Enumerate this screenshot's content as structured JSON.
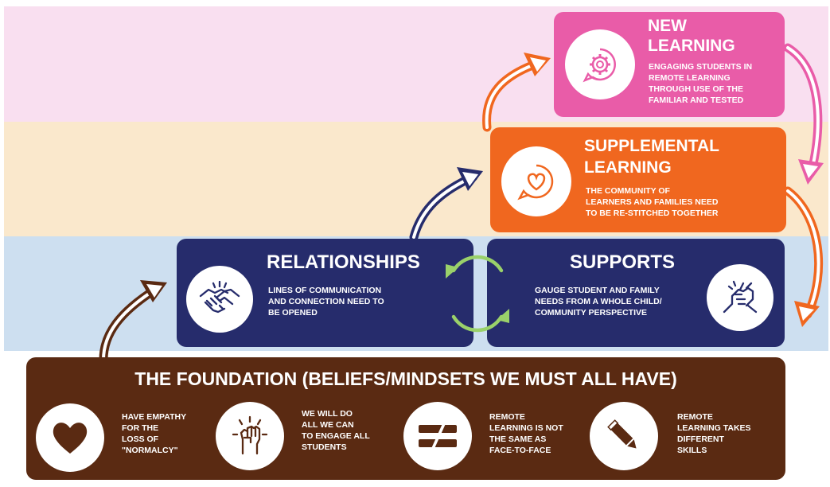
{
  "colors": {
    "band_pink": "#f9dff0",
    "band_peach": "#fae8cc",
    "band_blue": "#cddff0",
    "pink": "#e95ca8",
    "orange": "#f0671f",
    "navy": "#262c6c",
    "brown": "#5a2a12",
    "green": "#9ad16a"
  },
  "new_learning": {
    "title_line1": "NEW",
    "title_line2": "LEARNING",
    "body": "ENGAGING STUDENTS IN\nREMOTE LEARNING\nTHROUGH USE OF THE\nFAMILIAR AND TESTED",
    "icon": "gear-speech-bubble-icon"
  },
  "supplemental_learning": {
    "title_line1": "SUPPLEMENTAL",
    "title_line2": "LEARNING",
    "body": "THE COMMUNITY OF\nLEARNERS AND FAMILIES NEED\nTO BE RE-STITCHED TOGETHER",
    "icon": "heart-speech-bubble-icon"
  },
  "relationships": {
    "title": "RELATIONSHIPS",
    "body": "LINES OF COMMUNICATION\nAND CONNECTION NEED TO\nBE OPENED",
    "icon": "handshake-icon"
  },
  "supports": {
    "title": "SUPPORTS",
    "body": "GAUGE STUDENT AND FAMILY\nNEEDS FROM A WHOLE CHILD/\nCOMMUNITY PERSPECTIVE",
    "icon": "clasped-hands-icon"
  },
  "foundation": {
    "title": "THE FOUNDATION (BELIEFS/MINDSETS WE MUST ALL HAVE)",
    "items": [
      {
        "text": "HAVE EMPATHY\nFOR THE\nLOSS OF\n\"NORMALCY\"",
        "icon": "heart-icon"
      },
      {
        "text": "WE WILL DO\nALL WE CAN\nTO ENGAGE ALL\nSTUDENTS",
        "icon": "raised-fist-icon"
      },
      {
        "text": "REMOTE\nLEARNING IS NOT\nTHE SAME AS\nFACE-TO-FACE",
        "icon": "not-equal-icon"
      },
      {
        "text": "REMOTE\nLEARNING TAKES\nDIFFERENT\nSKILLS",
        "icon": "pencil-icon"
      }
    ]
  }
}
